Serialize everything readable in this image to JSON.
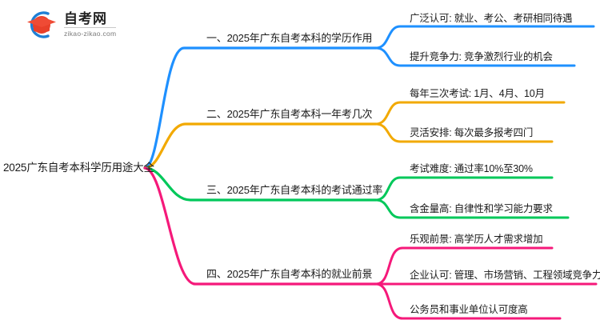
{
  "logo": {
    "title": "自考网",
    "domain": "zikao-zikao.com",
    "mark_ring_color": "#1f7fd4",
    "mark_cap_color": "#e03a3a"
  },
  "mindmap": {
    "root": {
      "label": "2025广东自考本科学历用途大全"
    },
    "branches": [
      {
        "label": "一、2025年广东自考本科的学历作用",
        "color": "#1E90FF",
        "children": [
          {
            "label": "广泛认可: 就业、考公、考研相同待遇"
          },
          {
            "label": "提升竞争力: 竞争激烈行业的机会"
          }
        ]
      },
      {
        "label": "二、2025年广东自考本科一年考几次",
        "color": "#F2A900",
        "children": [
          {
            "label": "每年三次考试: 1月、4月、10月"
          },
          {
            "label": "灵活安排: 每次最多报考四门"
          }
        ]
      },
      {
        "label": "三、2025年广东自考本科的考试通过率",
        "color": "#00C85A",
        "children": [
          {
            "label": "考试难度: 通过率10%至30%"
          },
          {
            "label": "含金量高: 自律性和学习能力要求"
          }
        ]
      },
      {
        "label": "四、2025年广东自考本科的就业前景",
        "color": "#F5197A",
        "children": [
          {
            "label": "乐观前景: 高学历人才需求增加"
          },
          {
            "label": "企业认可: 管理、市场营销、工程领域竞争力"
          },
          {
            "label": "公务员和事业单位认可度高"
          }
        ]
      }
    ]
  }
}
